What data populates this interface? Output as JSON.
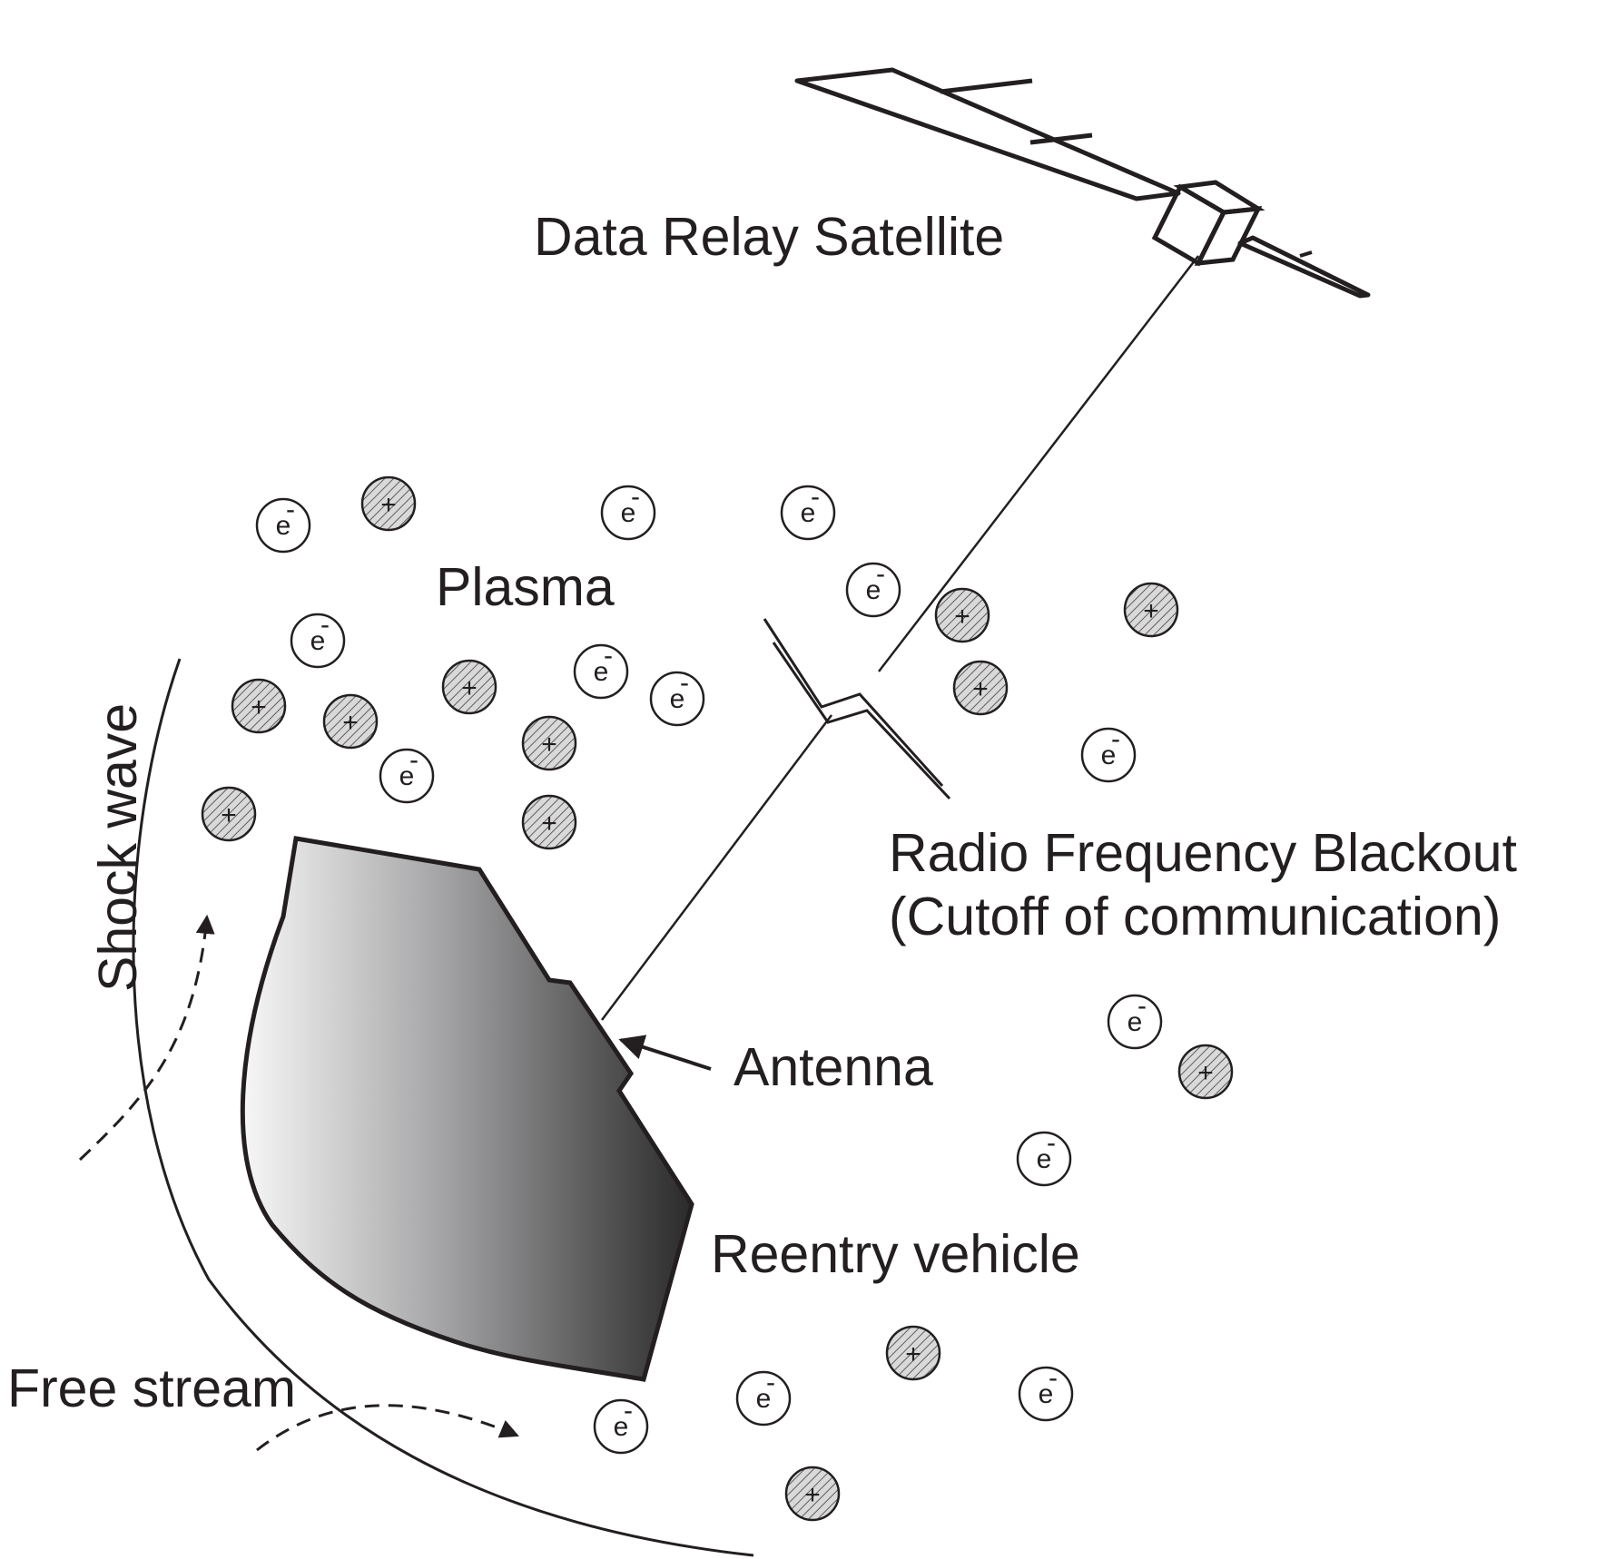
{
  "labels": {
    "satellite": "Data Relay Satellite",
    "plasma": "Plasma",
    "blackout_line1": "Radio Frequency Blackout",
    "blackout_line2": "(Cutoff of communication)",
    "antenna": "Antenna",
    "vehicle": "Reentry vehicle",
    "free_stream": "Free stream",
    "shock_wave": "Shock wave"
  },
  "particle_symbols": {
    "electron": "e",
    "electron_charge": "-",
    "ion": "+"
  },
  "particles": [
    {
      "type": "electron"
    },
    {
      "type": "ion"
    },
    {
      "type": "electron"
    },
    {
      "type": "electron"
    },
    {
      "type": "electron"
    },
    {
      "type": "ion"
    },
    {
      "type": "ion"
    },
    {
      "type": "electron"
    },
    {
      "type": "ion"
    },
    {
      "type": "ion"
    },
    {
      "type": "ion"
    },
    {
      "type": "electron"
    },
    {
      "type": "electron"
    },
    {
      "type": "ion"
    },
    {
      "type": "ion"
    },
    {
      "type": "electron"
    },
    {
      "type": "ion"
    },
    {
      "type": "ion"
    },
    {
      "type": "electron"
    },
    {
      "type": "electron"
    },
    {
      "type": "electron"
    },
    {
      "type": "ion"
    },
    {
      "type": "electron"
    },
    {
      "type": "ion"
    },
    {
      "type": "electron"
    },
    {
      "type": "electron"
    },
    {
      "type": "ion"
    },
    {
      "type": "ion"
    }
  ],
  "colors": {
    "ink": "#231f20",
    "ion_fill": "#d9d9d9",
    "vehicle_light": "#f7f7f7",
    "vehicle_dark": "#2a2a2a"
  }
}
